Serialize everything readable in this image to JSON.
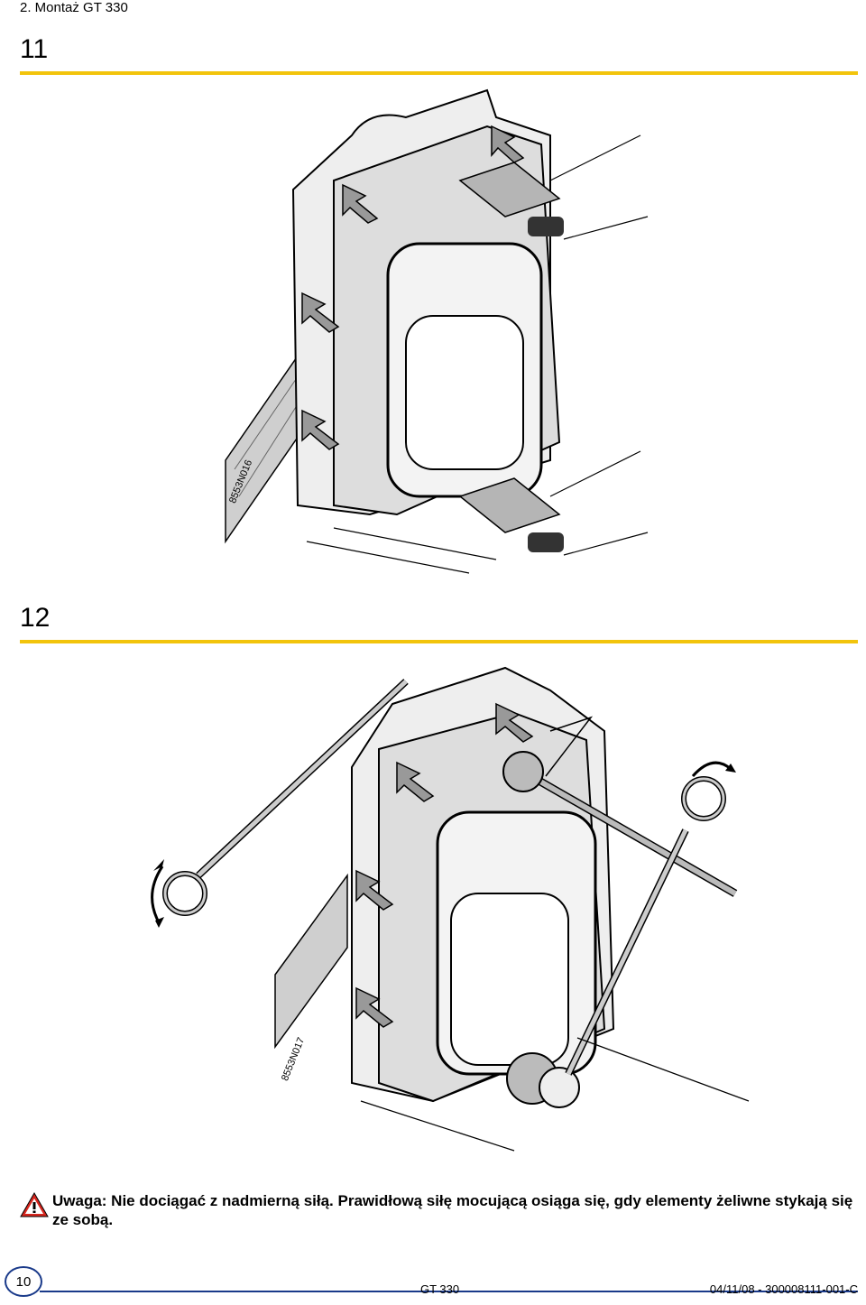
{
  "header": {
    "breadcrumb": "2.  Montaż GT 330"
  },
  "steps": [
    {
      "number": "11",
      "figure_code": "8553N016"
    },
    {
      "number": "12",
      "figure_code": "8553N017"
    }
  ],
  "warning": {
    "text": "Uwaga: Nie dociągać z nadmierną siłą. Prawidłową siłę mocującą osiąga się, gdy elementy żeliwne stykają się ze sobą."
  },
  "footer": {
    "page_number": "10",
    "product": "GT 330",
    "doc_ref": "04/11/08 - 300008111-001-C"
  },
  "colors": {
    "accent_rule": "#f2c40c",
    "footer_blue": "#1a3a8a",
    "warning_red": "#d6261e"
  }
}
